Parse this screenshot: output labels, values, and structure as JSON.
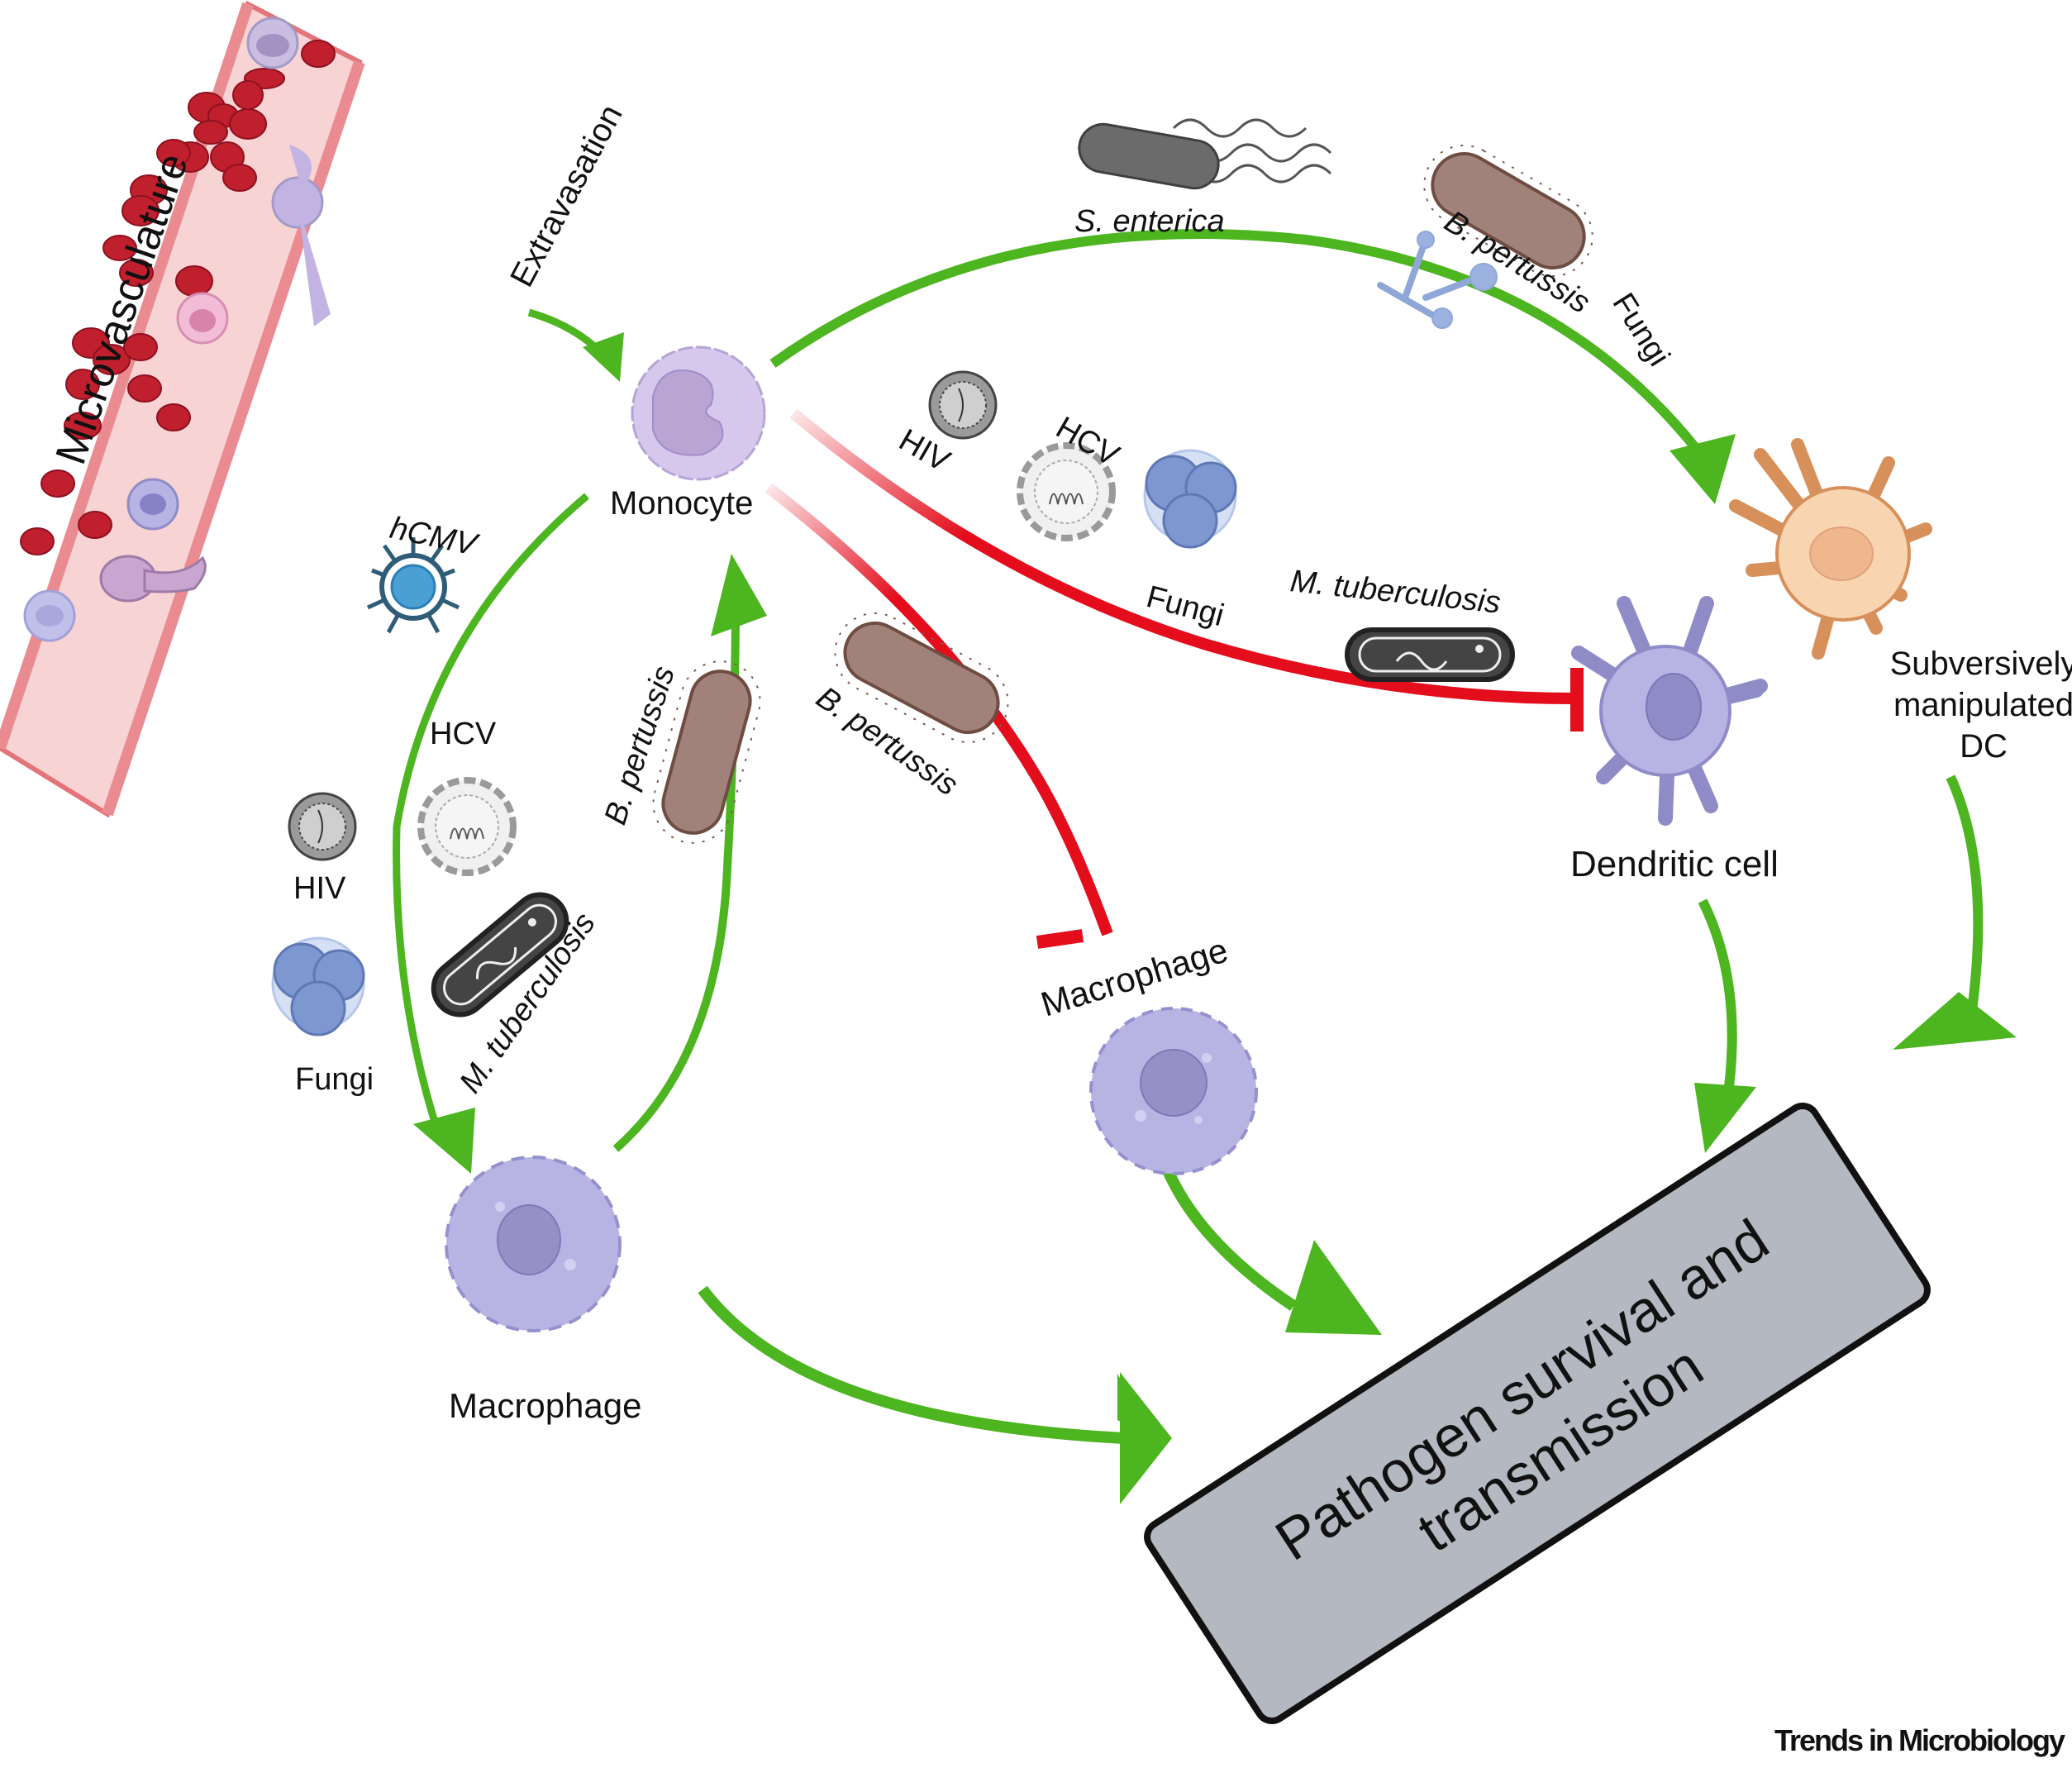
{
  "figure": {
    "title": "Monocyte-derived cell manipulation by pathogens",
    "credit": "Trends in Microbiology"
  },
  "colors": {
    "promote_arrow": "#4cb520",
    "inhibit_arrow": "#e30d1c",
    "outcome_box_fill": "#b4b8c0",
    "vessel": "#f4a6a6",
    "rbc": "#c0202e",
    "leukocyte": "#b7b4e4",
    "dc_manipulated": "#f8d5b0"
  },
  "labels": {
    "microvasculature": "Microvasculature",
    "extravasation": "Extravasation",
    "monocyte": "Monocyte",
    "macrophage_left": "Macrophage",
    "macrophage_center": "Macrophage",
    "dendritic_cell": "Dendritic cell",
    "dc_manipulated_line1": "Subversively",
    "dc_manipulated_line2": "manipulated",
    "dc_manipulated_line3": "DC",
    "outcome_line1": "Pathogen survival and",
    "outcome_line2": "transmission"
  },
  "pathogens": {
    "s_enterica": "S. enterica",
    "b_pertussis_top": "B. pertussis",
    "fungi_top": "Fungi",
    "hiv_top": "HIV",
    "hcv_top": "HCV",
    "fungi_mid": "Fungi",
    "m_tuberculosis_mid": "M. tuberculosis",
    "hcmv": "hCMV",
    "hcv_left": "HCV",
    "hiv_left": "HIV",
    "fungi_left": "Fungi",
    "m_tuberculosis_left": "M. tuberculosis",
    "b_pertussis_left": "B. pertussis",
    "b_pertussis_center": "B. pertussis"
  },
  "edges": [
    {
      "from": "Microvasculature",
      "to": "Monocyte",
      "type": "promote",
      "label": "Extravasation"
    },
    {
      "from": "Monocyte",
      "to": "Subversively manipulated DC",
      "type": "promote",
      "pathogens": [
        "S. enterica",
        "B. pertussis",
        "Fungi"
      ]
    },
    {
      "from": "Monocyte",
      "to": "Dendritic cell",
      "type": "inhibit",
      "pathogens": [
        "HIV",
        "HCV",
        "Fungi",
        "M. tuberculosis"
      ]
    },
    {
      "from": "Monocyte",
      "to": "Macrophage (center)",
      "type": "inhibit",
      "pathogens": [
        "B. pertussis"
      ]
    },
    {
      "from": "Monocyte",
      "to": "Macrophage (left)",
      "type": "promote",
      "pathogens": [
        "hCMV",
        "HCV",
        "HIV",
        "Fungi",
        "M. tuberculosis"
      ]
    },
    {
      "from": "Macrophage (left)",
      "to": "Monocyte",
      "type": "promote",
      "pathogens": [
        "B. pertussis"
      ]
    },
    {
      "from": "Macrophage (left)",
      "to": "Pathogen survival and transmission",
      "type": "promote"
    },
    {
      "from": "Macrophage (center)",
      "to": "Pathogen survival and transmission",
      "type": "promote"
    },
    {
      "from": "Dendritic cell",
      "to": "Pathogen survival and transmission",
      "type": "promote"
    },
    {
      "from": "Subversively manipulated DC",
      "to": "Pathogen survival and transmission",
      "type": "promote"
    }
  ]
}
